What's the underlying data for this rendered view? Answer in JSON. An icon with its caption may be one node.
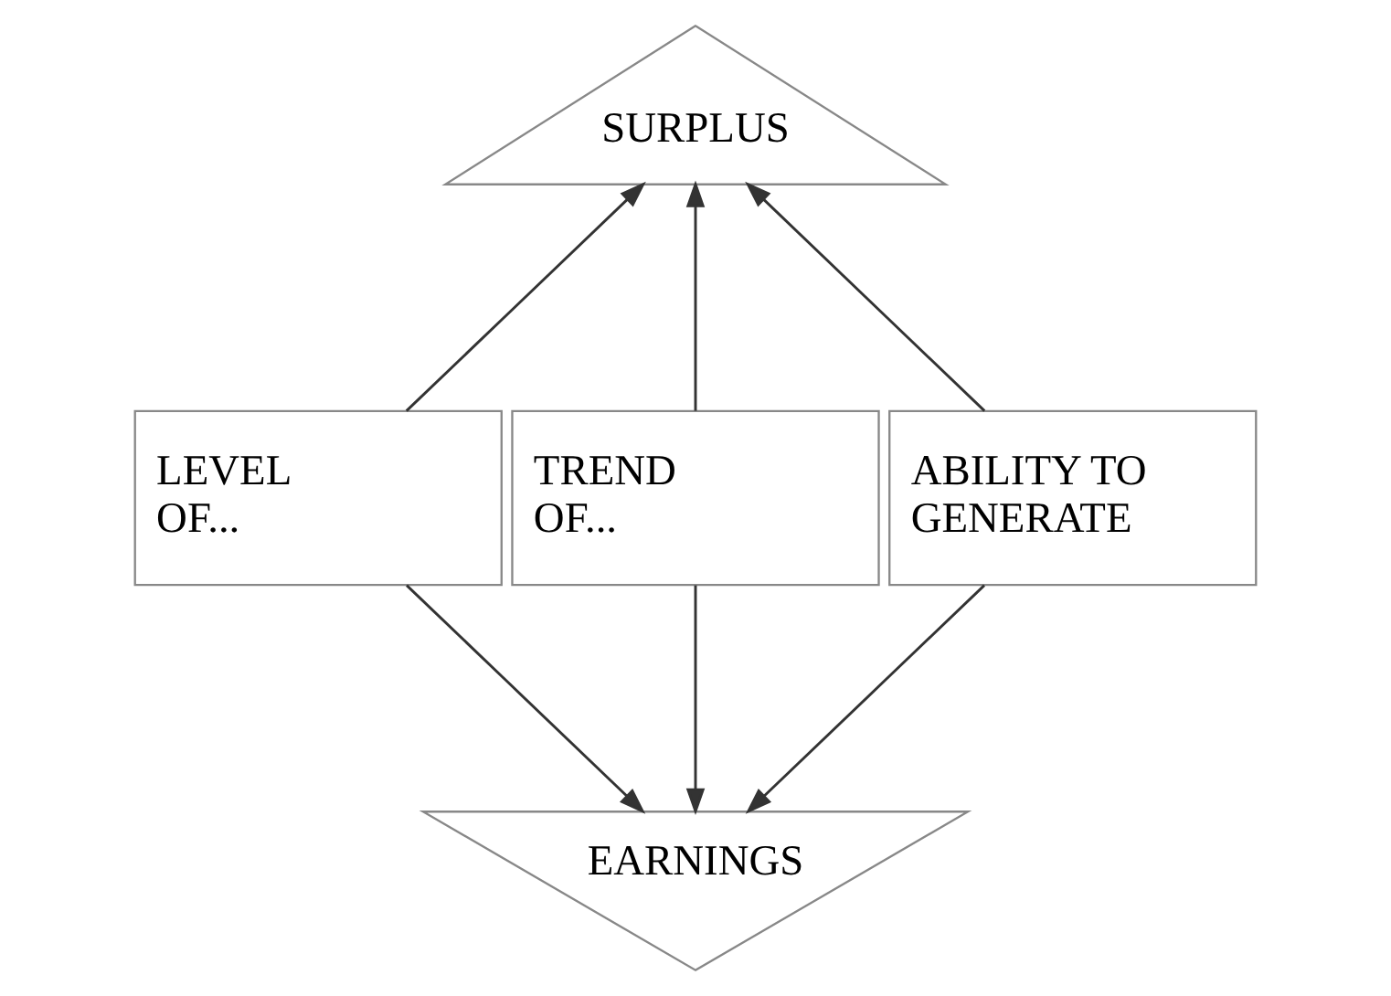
{
  "diagram": {
    "nodes": [
      {
        "text": [
          "SURPLUS"
        ]
      },
      {
        "text": [
          "LEVEL OF..."
        ]
      },
      {
        "text": [
          "TREND OF..."
        ]
      },
      {
        "text": [
          "ABILITY TO GENERATE"
        ]
      },
      {
        "text": [
          "EARNINGS"
        ]
      }
    ],
    "edges": [
      {
        "from": 1,
        "to": 0,
        "arrow": "to"
      },
      {
        "from": 2,
        "to": 0,
        "arrow": "to"
      },
      {
        "from": 3,
        "to": 0,
        "arrow": "to"
      },
      {
        "from": 1,
        "to": 4,
        "arrow": "to"
      },
      {
        "from": 2,
        "to": 4,
        "arrow": "to"
      },
      {
        "from": 3,
        "to": 4,
        "arrow": "to"
      }
    ]
  }
}
